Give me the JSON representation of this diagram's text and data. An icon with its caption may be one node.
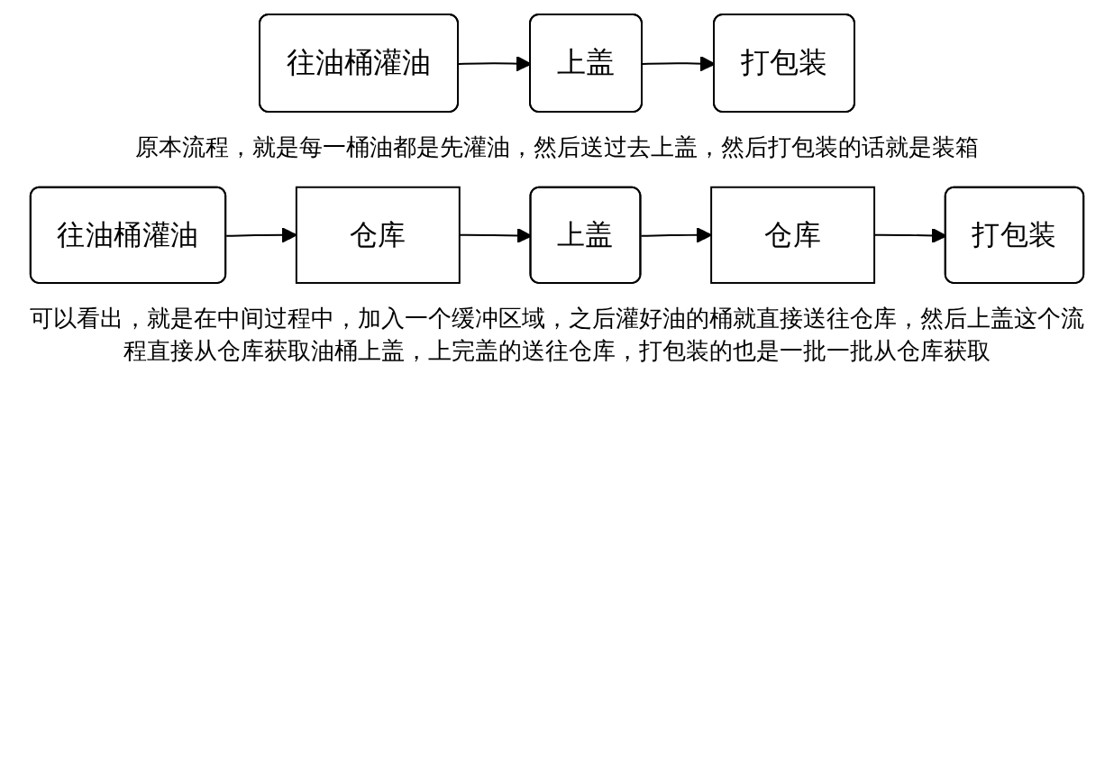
{
  "diagram": {
    "nodes": [
      {
        "text": [
          "往油桶灌油"
        ]
      },
      {
        "text": [
          "上盖"
        ]
      },
      {
        "text": [
          "打包装"
        ]
      },
      {
        "text": [
          "往油桶灌油"
        ]
      },
      {
        "text": [
          "上盖"
        ]
      },
      {
        "text": [
          "打包装"
        ]
      },
      {
        "text": [
          "仓库"
        ]
      },
      {
        "text": [
          "仓库"
        ]
      }
    ],
    "edges": [
      {
        "from": 0,
        "to": 1,
        "arrow": "to"
      },
      {
        "from": 1,
        "to": 2,
        "arrow": "to"
      },
      {
        "from": 3,
        "to": 6,
        "arrow": "to"
      },
      {
        "from": 6,
        "to": 4,
        "arrow": "to"
      },
      {
        "from": 4,
        "to": 7,
        "arrow": "to"
      },
      {
        "from": 7,
        "to": 5,
        "arrow": "to"
      }
    ],
    "labels": [
      "原本流程，就是每一桶油都是先灌油，然后送过去上盖，然后打包装的话就是装箱",
      "可以看出，就是在中间过程中，加入一个缓冲区域，之后灌好油的桶就直接送往仓库，然后上盖这个流程直接从仓库获取油桶上盖，上完盖的送往仓库，打包装的也是一批一批从仓库获取"
    ]
  }
}
